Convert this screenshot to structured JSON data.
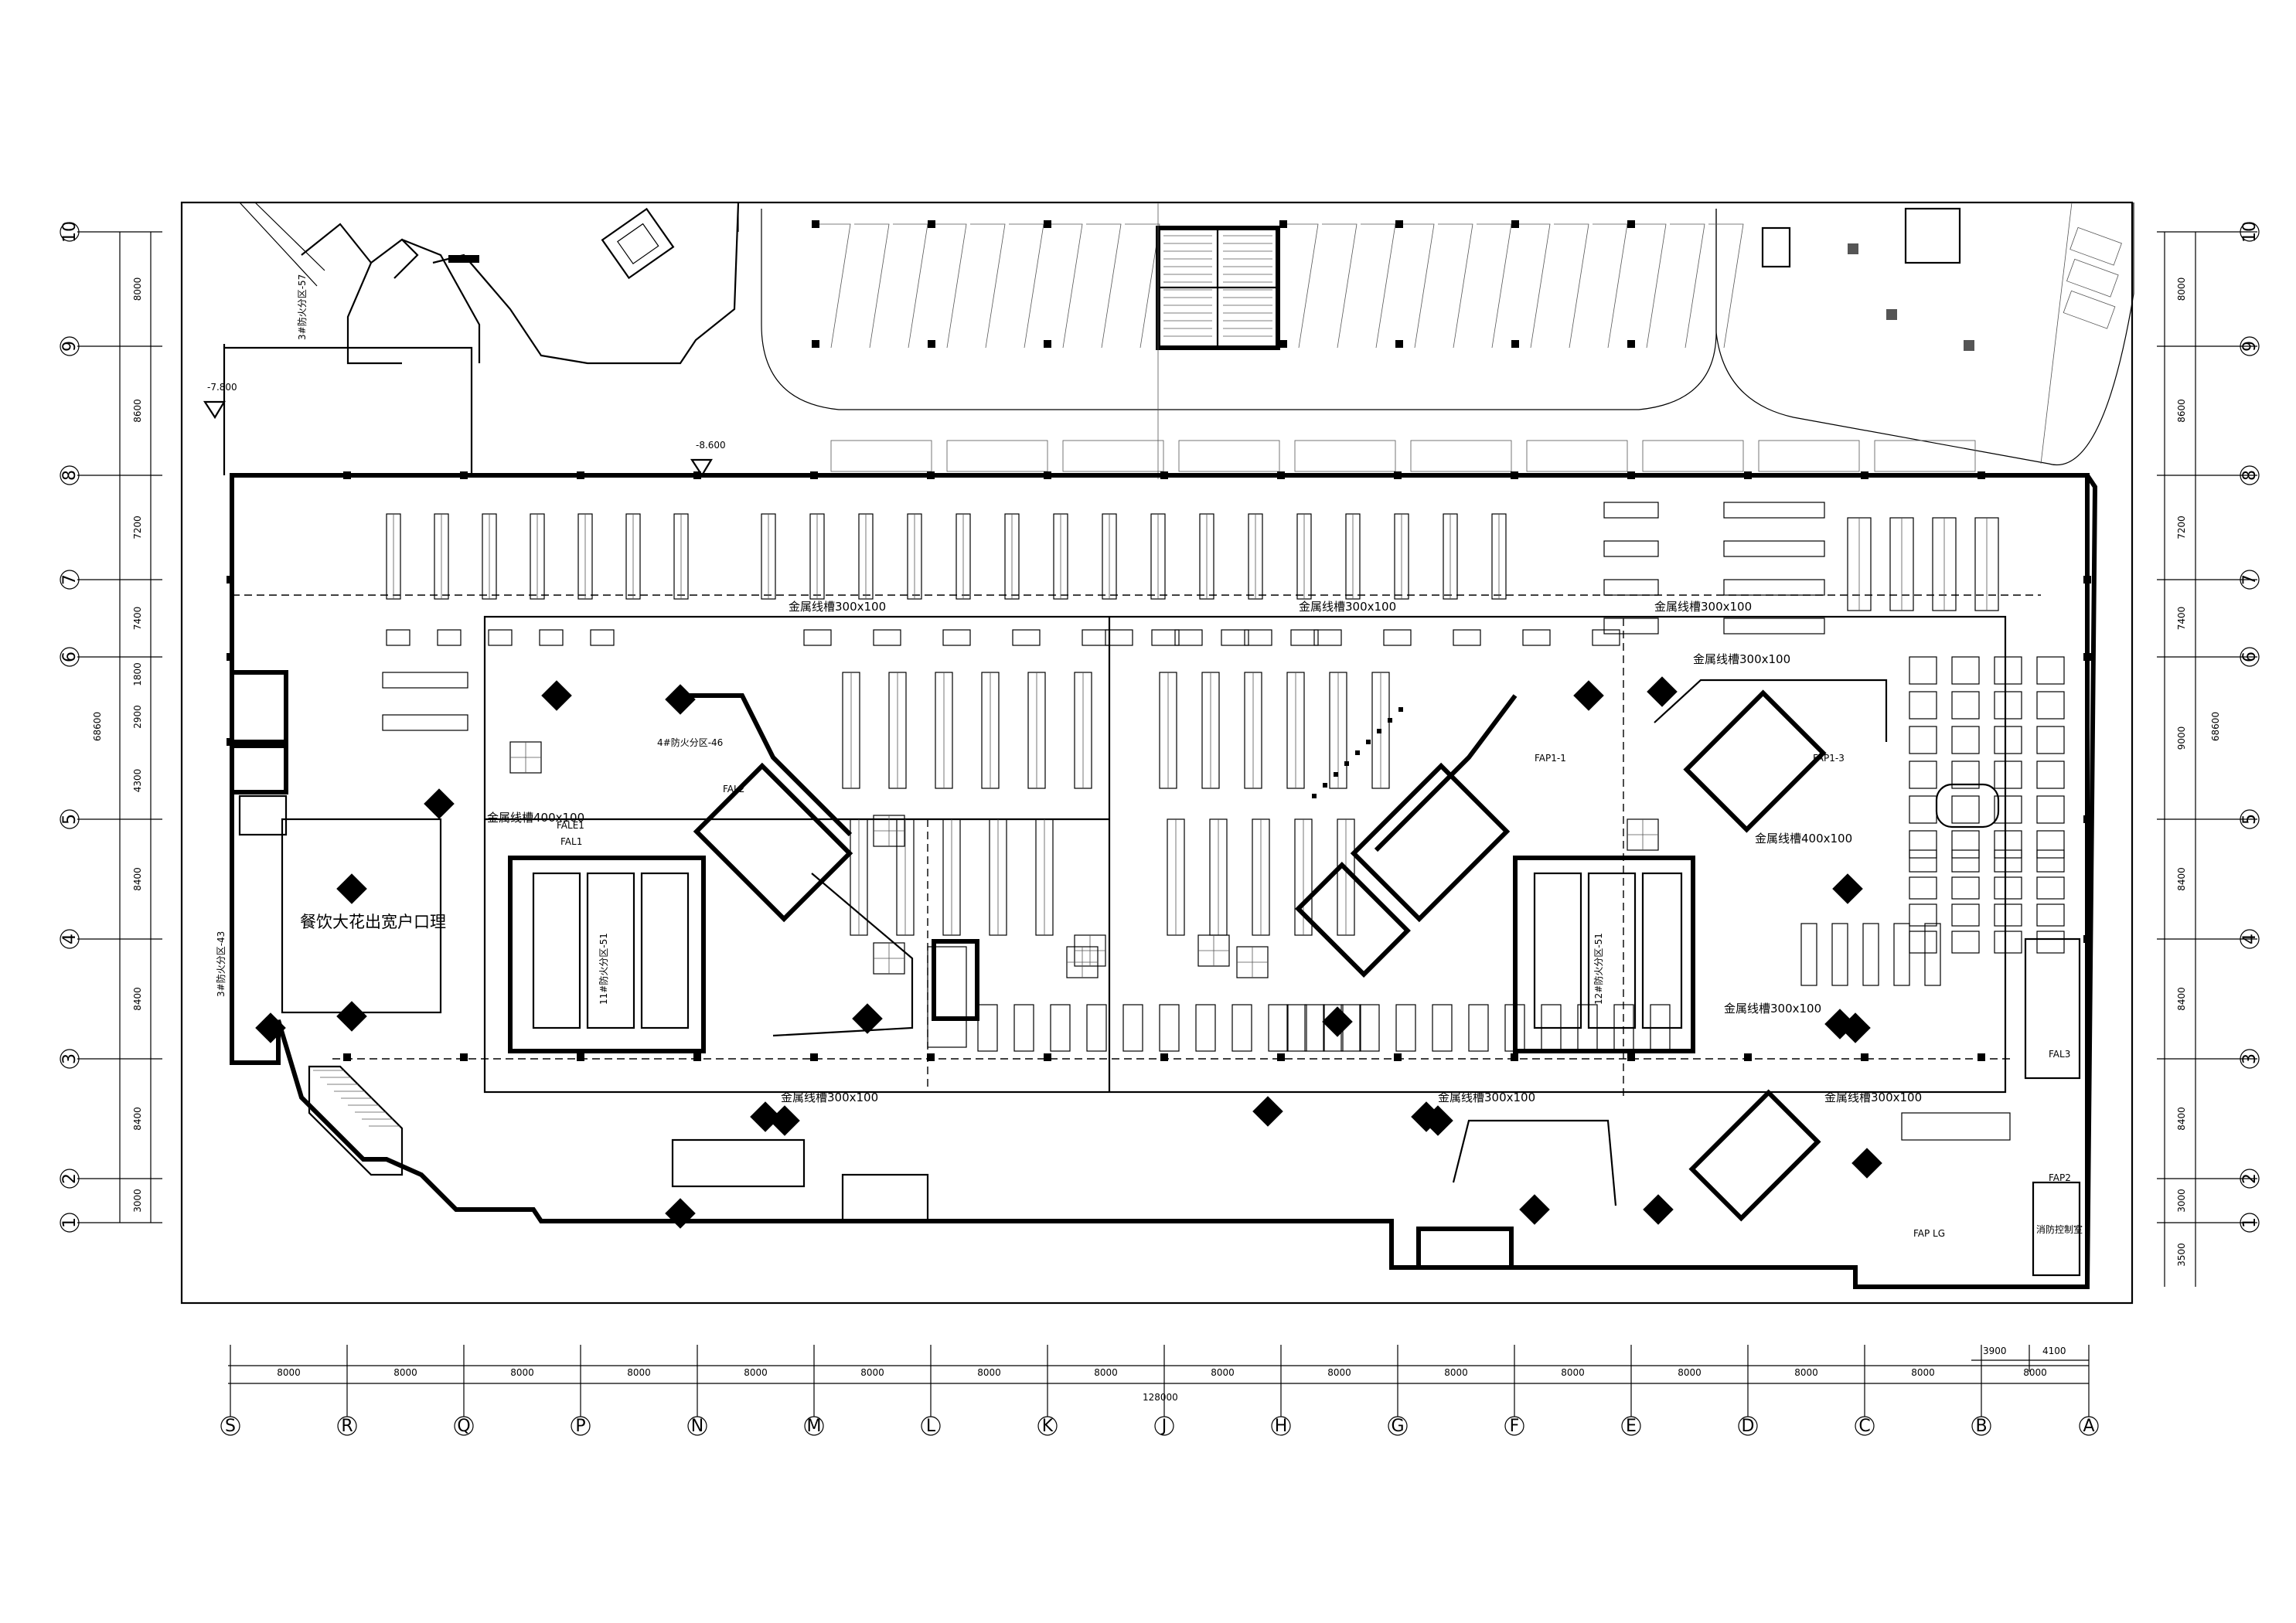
{
  "bottom_axis": {
    "labels": [
      "S",
      "R",
      "Q",
      "P",
      "N",
      "M",
      "L",
      "K",
      "J",
      "H",
      "G",
      "F",
      "E",
      "D",
      "C",
      "B",
      "A"
    ],
    "spans": [
      "8000",
      "8000",
      "8000",
      "8000",
      "8000",
      "8000",
      "8000",
      "8000",
      "8000",
      "8000",
      "8000",
      "8000",
      "8000",
      "8000",
      "8000",
      "8000"
    ],
    "total": "128000",
    "sub_spans": [
      "3900",
      "4100"
    ]
  },
  "left_axis": {
    "labels": [
      "10",
      "9",
      "8",
      "7",
      "6",
      "5",
      "4",
      "3",
      "2",
      "1"
    ],
    "spans": [
      "8000",
      "8600",
      "7200",
      "7400",
      "1800",
      "2900",
      "4300",
      "8400",
      "8400",
      "8400",
      "3000"
    ],
    "total": "68600"
  },
  "right_axis": {
    "labels": [
      "10",
      "9",
      "8",
      "7",
      "6",
      "5",
      "4",
      "3",
      "2",
      "1"
    ],
    "spans": [
      "8000",
      "8600",
      "7200",
      "7400",
      "9000",
      "8400",
      "8400",
      "8400",
      "3000",
      "3500"
    ],
    "total": "68600"
  },
  "rooms": {
    "dining_lobby": "餐饮大花出宽户口理",
    "fire_control": "消防控制室",
    "fap_lg": "FAP LG"
  },
  "tray_labels": {
    "t1": "金属线槽300x100",
    "t2": "金属线槽300x100",
    "t3": "金属线槽300x100",
    "t4": "金属线槽400x100",
    "t5": "金属线槽300x100",
    "t6": "金属线槽400x100",
    "t7": "金属线槽300x100",
    "t8": "金属线槽300x100",
    "t9": "金属线槽300x100",
    "t10": "金属线槽300x100"
  },
  "panel_labels": {
    "fale1": "FALE1",
    "fal1": "FAL1",
    "fal2": "FAL2",
    "fap1": "FAP1-1",
    "fal3": "FAL3",
    "fap1_3": "FAP1-3",
    "fap_2": "FAP2"
  },
  "zone_labels": {
    "z1": "4#防火分区-46",
    "z2": "11#防火分区-51",
    "z3": "12#防火分区-51",
    "z4": "3#防火分区-43",
    "z5": "3#防火分区-57"
  },
  "level_marks": {
    "lv1": "-7.800",
    "lv2": "-8.600"
  }
}
